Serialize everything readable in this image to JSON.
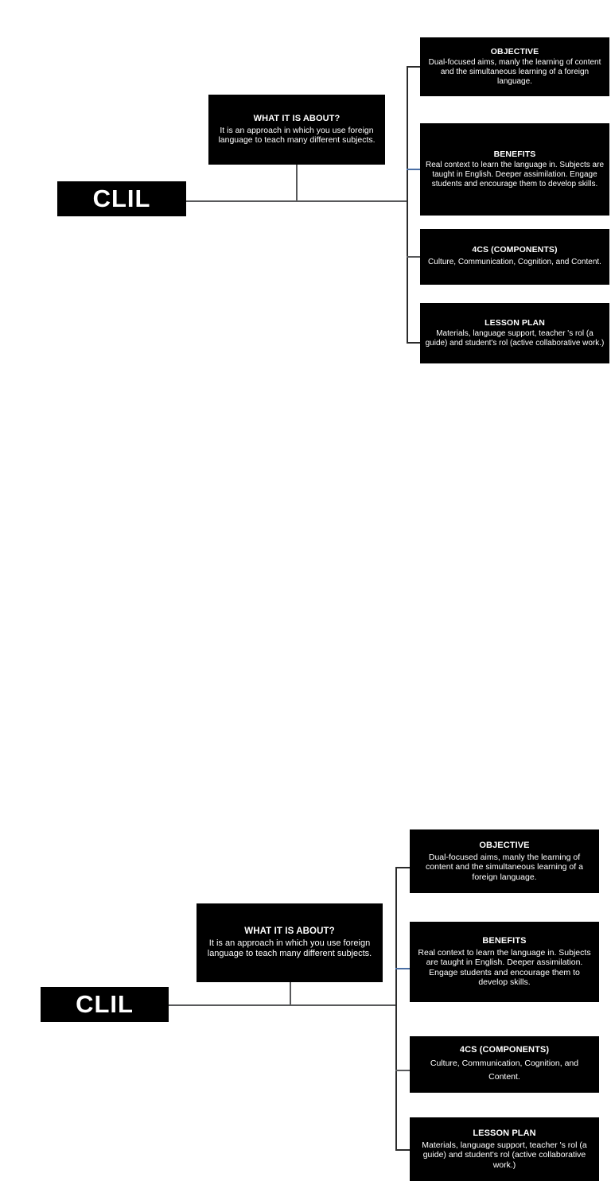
{
  "document": {
    "title": "CLIL",
    "diagram_count": 2
  },
  "diagram": {
    "root": {
      "label": "CLIL"
    },
    "nodes": [
      {
        "key": "about",
        "title": "WHAT IT IS ABOUT?",
        "body": "It is an approach in which you use foreign language to teach many different subjects."
      },
      {
        "key": "objective",
        "title": "OBJECTIVE",
        "body": "Dual-focused aims, manly the learning of content and the simultaneous learning of a foreign language."
      },
      {
        "key": "benefits",
        "title": "BENEFITS",
        "body": "Real context to learn the language in. Subjects are taught in English. Deeper assimilation. Engage students and encourage them to develop skills."
      },
      {
        "key": "fourcs",
        "title": "4CS (COMPONENTS)",
        "body": "Culture, Communication, Cognition, and Content."
      },
      {
        "key": "lesson",
        "title": "LESSON PLAN",
        "body": "Materials, language support, teacher 's rol (a guide) and student's rol (active collaborative work.)"
      }
    ]
  },
  "colors": {
    "node_background": "#000000",
    "node_text": "#ffffff",
    "page_background": "#ffffff",
    "connector": "#58595b",
    "connector_dark": "#2b2b2b",
    "connector_accent": "#4a6fa5"
  }
}
